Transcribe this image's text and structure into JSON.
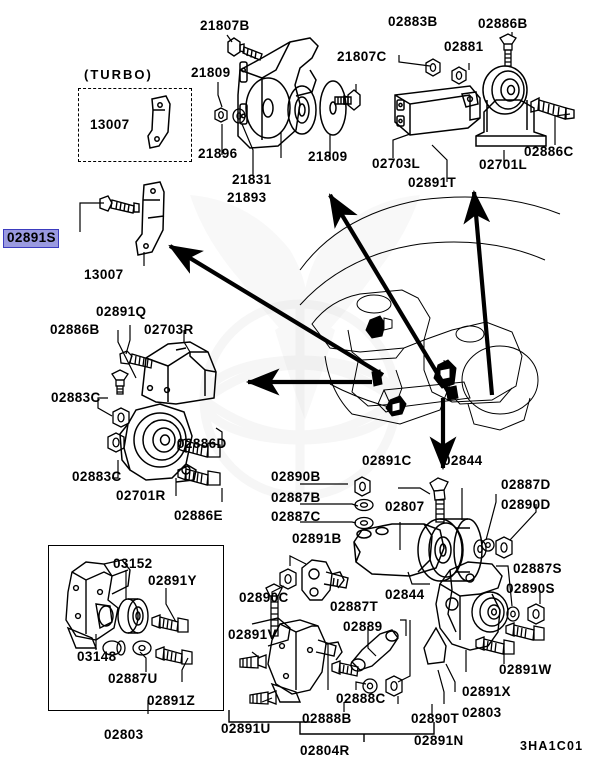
{
  "diagram": {
    "code": "3HA1C01",
    "turbo_caption": "(TURBO)",
    "turbo_part": "13007",
    "boxed_group_left": "02803",
    "boxed_group_bottom": "02804R"
  },
  "labels": {
    "l_21807B": "21807B",
    "l_02883B": "02883B",
    "l_02886B_top": "02886B",
    "l_02881": "02881",
    "l_21809_left": "21809",
    "l_21807C": "21807C",
    "l_21896": "21896",
    "l_21809_right": "21809",
    "l_02703L": "02703L",
    "l_02886C": "02886C",
    "l_21831": "21831",
    "l_02891T": "02891T",
    "l_02701L": "02701L",
    "l_21893": "21893",
    "l_02891S": "02891S",
    "l_13007_lower": "13007",
    "l_02891Q": "02891Q",
    "l_02886B_mid": "02886B",
    "l_02703R": "02703R",
    "l_02883C_upper": "02883C",
    "l_02886D": "02886D",
    "l_02883C_lower": "02883C",
    "l_02701R": "02701R",
    "l_02886E": "02886E",
    "l_02890B": "02890B",
    "l_02887B": "02887B",
    "l_02887C": "02887C",
    "l_02891C": "02891C",
    "l_02844_top": "02844",
    "l_02807": "02807",
    "l_02887D": "02887D",
    "l_02890D": "02890D",
    "l_02891B": "02891B",
    "l_02890C": "02890C",
    "l_02844_bottom": "02844",
    "l_02887S": "02887S",
    "l_02890S": "02890S",
    "l_03152": "03152",
    "l_02891Y": "02891Y",
    "l_03148": "03148",
    "l_02887U": "02887U",
    "l_02891Z": "02891Z",
    "l_02803_left": "02803",
    "l_02887T": "02887T",
    "l_02889": "02889",
    "l_02891V": "02891V",
    "l_02891U": "02891U",
    "l_02888B": "02888B",
    "l_02888C": "02888C",
    "l_02890T": "02890T",
    "l_02804R": "02804R",
    "l_02891N": "02891N",
    "l_02891X": "02891X",
    "l_02803_right": "02803",
    "l_02891W": "02891W"
  },
  "colors": {
    "line": "#000000",
    "background": "#ffffff",
    "selection_fill": "#9a9ae0",
    "selection_border": "#3b3bbe",
    "watermark": "#cfcfcf"
  }
}
